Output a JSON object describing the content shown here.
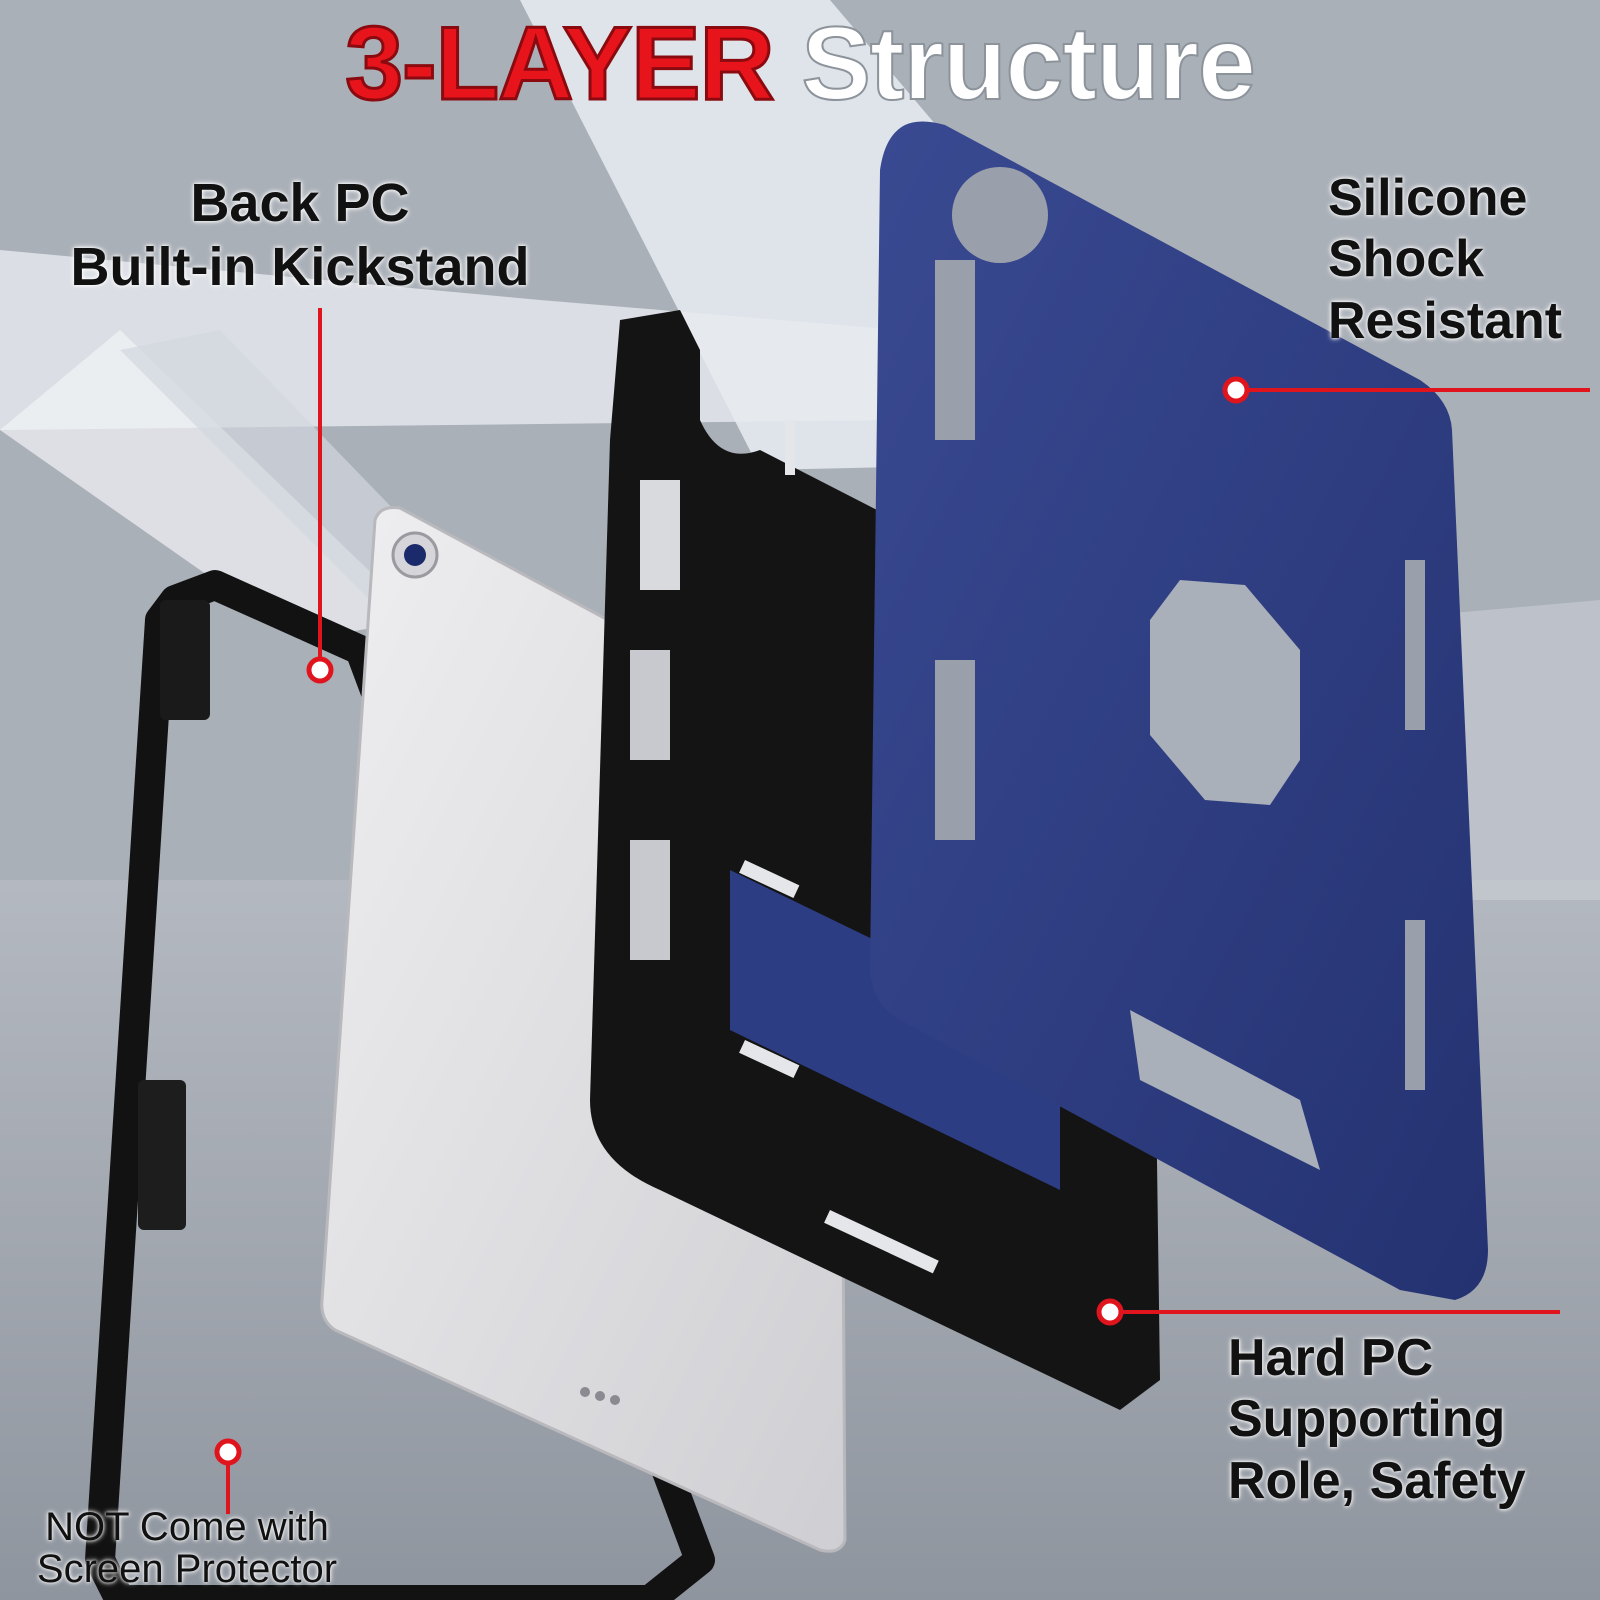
{
  "title": {
    "part1": "3-LAYER",
    "part2": "Structure"
  },
  "callouts": {
    "back_pc": {
      "line1": "Back PC",
      "line2": "Built-in Kickstand"
    },
    "silicone": {
      "line1": "Silicone",
      "line2": "Shock",
      "line3": "Resistant"
    },
    "hard_pc": {
      "line1": "Hard PC",
      "line2": "Supporting",
      "line3": "Role, Safety"
    },
    "no_protector": {
      "line1": "NOT Come with",
      "line2": "Screen Protector"
    }
  },
  "colors": {
    "title_red": "#e8141c",
    "callout_line": "#e0141c",
    "silicone_layer": "#2b3a7c",
    "hard_pc_layer": "#141414",
    "tablet": "#d8d8da"
  }
}
